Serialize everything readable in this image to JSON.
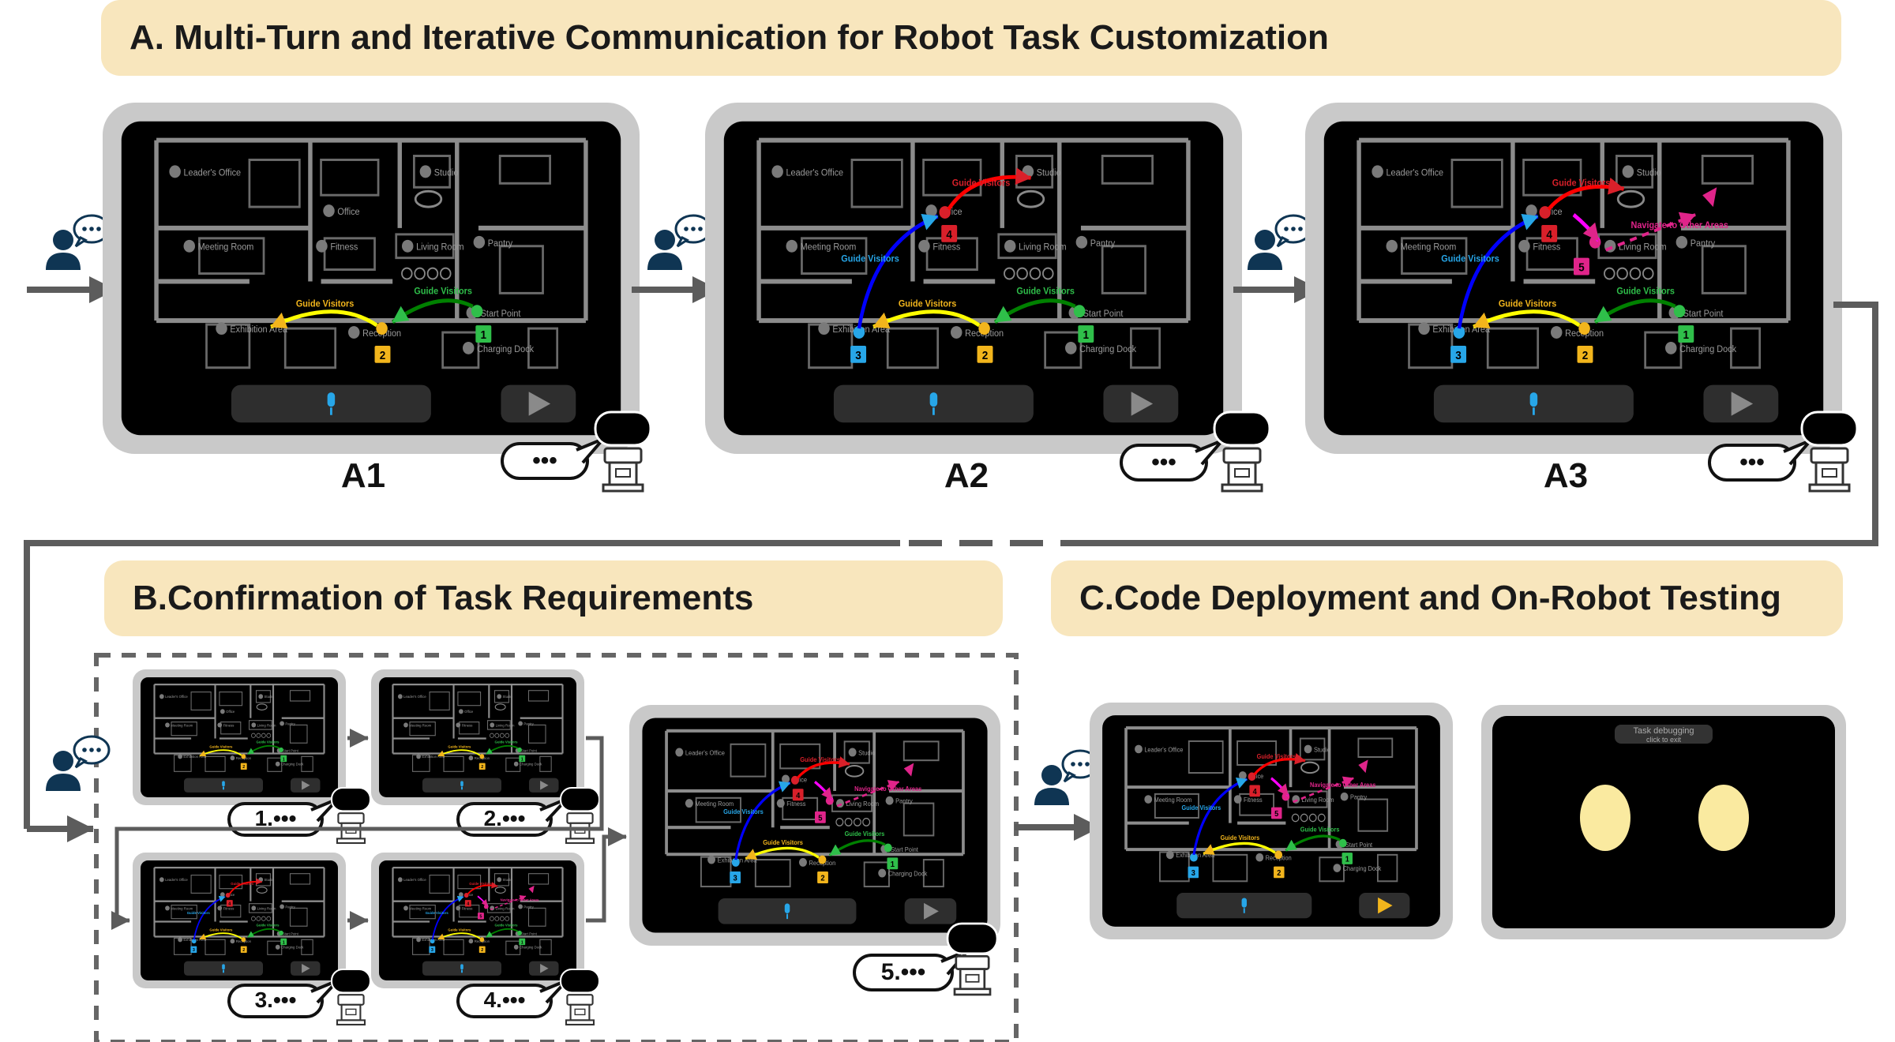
{
  "banners": {
    "a": "A. Multi-Turn and Iterative Communication for Robot Task Customization",
    "b": "B.Confirmation of Task Requirements",
    "c": "C.Code Deployment and On-Robot Testing"
  },
  "panels": {
    "a1": "A1",
    "a2": "A2",
    "a3": "A3"
  },
  "map": {
    "rooms": [
      "Leader's Office",
      "Studio",
      "Office",
      "Meeting Room",
      "Fitness",
      "Living Room",
      "Pantry",
      "Exhibition Area",
      "Reception",
      "Start Point",
      "Charging Dock"
    ],
    "route": {
      "guide_visitors": "Guide Visitors",
      "navigate": "Navigate to Other Areas",
      "step_numbers": [
        "1",
        "2",
        "3",
        "4",
        "5"
      ]
    }
  },
  "speech": {
    "robot": "•••",
    "b_steps": [
      "1.•••",
      "2.•••",
      "3.•••",
      "4.•••",
      "5.•••"
    ]
  },
  "robot_screen": {
    "toast": "Task debugging",
    "toast_sub": "click to exit"
  },
  "colors": {
    "banner": "#f8e6bd",
    "frame": "#c9c9c9",
    "screen": "#000000",
    "green": "#2fbf4a",
    "yellow": "#f2b51c",
    "blue": "#27a6e8",
    "red": "#d9202a",
    "magenta": "#e0248a",
    "eye": "#faeaa0",
    "user": "#0f3553"
  }
}
